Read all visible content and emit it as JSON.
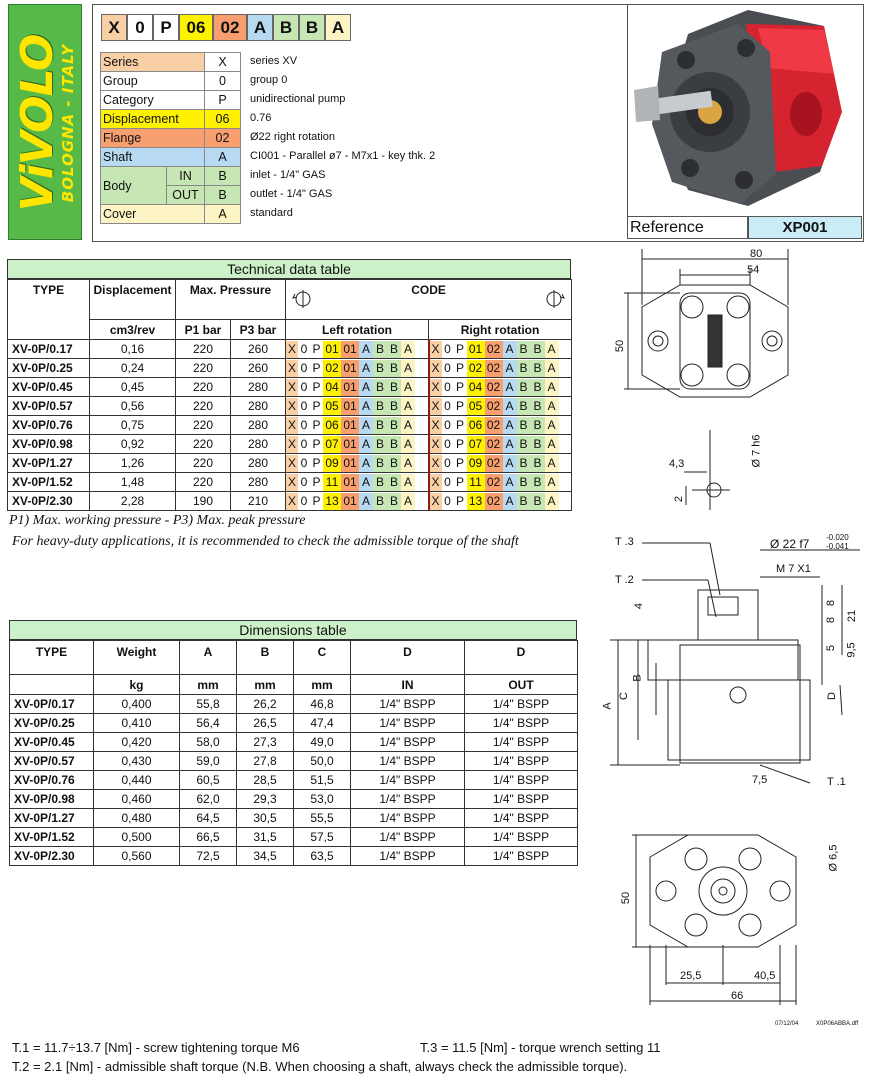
{
  "logo": {
    "brand": "ViVOLO",
    "subtitle": "BOLOGNA - ITALY"
  },
  "code": [
    {
      "char": "X",
      "color": "#f9cfa6"
    },
    {
      "char": "0",
      "color": "#ffffff"
    },
    {
      "char": "P",
      "color": "#ffffff"
    },
    {
      "char": "06",
      "color": "#fff200"
    },
    {
      "char": "02",
      "color": "#f79f6e"
    },
    {
      "char": "A",
      "color": "#b7daf2"
    },
    {
      "char": "B",
      "color": "#c6e6b4"
    },
    {
      "char": "B",
      "color": "#c6e6b4"
    },
    {
      "char": "A",
      "color": "#fcf4c4"
    }
  ],
  "legend": {
    "series": {
      "label": "Series",
      "code": "X",
      "desc": "series XV"
    },
    "group": {
      "label": "Group",
      "code": "0",
      "desc": "group 0"
    },
    "category": {
      "label": "Category",
      "code": "P",
      "desc": "unidirectional pump"
    },
    "displacement": {
      "label": "Displacement",
      "code": "06",
      "desc": "0.76"
    },
    "flange": {
      "label": "Flange",
      "code": "02",
      "desc": "Ø22 right rotation"
    },
    "shaft": {
      "label": "Shaft",
      "code": "A",
      "desc": "CI001 - Parallel ø7 - M7x1 - key thk. 2"
    },
    "body": {
      "label": "Body",
      "in_label": "IN",
      "in_code": "B",
      "in_desc": "inlet - 1/4\" GAS",
      "out_label": "OUT",
      "out_code": "B",
      "out_desc": "outlet - 1/4\" GAS"
    },
    "cover": {
      "label": "Cover",
      "code": "A",
      "desc": "standard"
    }
  },
  "reference": {
    "label": "Reference",
    "value": "XP001"
  },
  "technical": {
    "title": "Technical data table",
    "headers": {
      "type": "TYPE",
      "displacement": "Displacement",
      "max_pressure": "Max. Pressure",
      "code": "CODE",
      "unit": "cm3/rev",
      "p1": "P1 bar",
      "p3": "P3 bar",
      "left": "Left rotation",
      "right": "Right rotation"
    },
    "rows": [
      {
        "type": "XV-0P/0.17",
        "disp": "0,16",
        "p1": "220",
        "p3": "260",
        "d": "01"
      },
      {
        "type": "XV-0P/0.25",
        "disp": "0,24",
        "p1": "220",
        "p3": "260",
        "d": "02"
      },
      {
        "type": "XV-0P/0.45",
        "disp": "0,45",
        "p1": "220",
        "p3": "280",
        "d": "04"
      },
      {
        "type": "XV-0P/0.57",
        "disp": "0,56",
        "p1": "220",
        "p3": "280",
        "d": "05"
      },
      {
        "type": "XV-0P/0.76",
        "disp": "0,75",
        "p1": "220",
        "p3": "280",
        "d": "06"
      },
      {
        "type": "XV-0P/0.98",
        "disp": "0,92",
        "p1": "220",
        "p3": "280",
        "d": "07"
      },
      {
        "type": "XV-0P/1.27",
        "disp": "1,26",
        "p1": "220",
        "p3": "280",
        "d": "09"
      },
      {
        "type": "XV-0P/1.52",
        "disp": "1,48",
        "p1": "220",
        "p3": "280",
        "d": "11"
      },
      {
        "type": "XV-0P/2.30",
        "disp": "2,28",
        "p1": "190",
        "p3": "210",
        "d": "13"
      }
    ],
    "code_fixed": {
      "x": "X",
      "g": "0",
      "c": "P",
      "left_flange": "01",
      "right_flange": "02",
      "shaft": "A",
      "in": "B",
      "out": "B",
      "cover": "A"
    }
  },
  "notes": {
    "pressure": "P1) Max. working pressure - P3) Max. peak pressure",
    "torque": "For heavy-duty applications, it is recommended to check the admissible torque of the shaft"
  },
  "dimensions": {
    "title": "Dimensions table",
    "headers": {
      "type": "TYPE",
      "weight": "Weight",
      "a": "A",
      "b": "B",
      "c": "C",
      "d_in": "D",
      "d_out": "D",
      "kg": "kg",
      "mm_a": "mm",
      "mm_b": "mm",
      "mm_c": "mm",
      "in": "IN",
      "out": "OUT"
    },
    "rows": [
      {
        "type": "XV-0P/0.17",
        "w": "0,400",
        "a": "55,8",
        "b": "26,2",
        "c": "46,8",
        "din": "1/4\" BSPP",
        "dout": "1/4\" BSPP"
      },
      {
        "type": "XV-0P/0.25",
        "w": "0,410",
        "a": "56,4",
        "b": "26,5",
        "c": "47,4",
        "din": "1/4\" BSPP",
        "dout": "1/4\" BSPP"
      },
      {
        "type": "XV-0P/0.45",
        "w": "0,420",
        "a": "58,0",
        "b": "27,3",
        "c": "49,0",
        "din": "1/4\" BSPP",
        "dout": "1/4\" BSPP"
      },
      {
        "type": "XV-0P/0.57",
        "w": "0,430",
        "a": "59,0",
        "b": "27,8",
        "c": "50,0",
        "din": "1/4\" BSPP",
        "dout": "1/4\" BSPP"
      },
      {
        "type": "XV-0P/0.76",
        "w": "0,440",
        "a": "60,5",
        "b": "28,5",
        "c": "51,5",
        "din": "1/4\" BSPP",
        "dout": "1/4\" BSPP"
      },
      {
        "type": "XV-0P/0.98",
        "w": "0,460",
        "a": "62,0",
        "b": "29,3",
        "c": "53,0",
        "din": "1/4\" BSPP",
        "dout": "1/4\" BSPP"
      },
      {
        "type": "XV-0P/1.27",
        "w": "0,480",
        "a": "64,5",
        "b": "30,5",
        "c": "55,5",
        "din": "1/4\" BSPP",
        "dout": "1/4\" BSPP"
      },
      {
        "type": "XV-0P/1.52",
        "w": "0,500",
        "a": "66,5",
        "b": "31,5",
        "c": "57,5",
        "din": "1/4\" BSPP",
        "dout": "1/4\" BSPP"
      },
      {
        "type": "XV-0P/2.30",
        "w": "0,560",
        "a": "72,5",
        "b": "34,5",
        "c": "63,5",
        "din": "1/4\" BSPP",
        "dout": "1/4\" BSPP"
      }
    ]
  },
  "drawing": {
    "top_80": "80",
    "top_54": "54",
    "top_50": "50",
    "shaft_43": "4,3",
    "shaft_2": "2",
    "shaft_d7": "Ø 7 h6",
    "t3": "T .3",
    "t2": "T .2",
    "t1": "T .1",
    "d22": "Ø 22 f7",
    "d22_tol_hi": "-0.020",
    "d22_tol_lo": "-0.041",
    "m7": "M 7 X1",
    "s4": "4",
    "s8a": "8",
    "s8b": "8",
    "s21": "21",
    "s5": "5",
    "s95": "9,5",
    "lA": "A",
    "lB": "B",
    "lC": "C",
    "lD": "D",
    "s75": "7,5",
    "bot_50": "50",
    "bot_d65": "Ø 6,5",
    "bot_255": "25,5",
    "bot_405": "40,5",
    "bot_66": "66",
    "stamp_date": "07/12/04",
    "stamp_code": "X0P06ABBA.dff"
  },
  "footer": {
    "t1": "T.1 = 11.7÷13.7 [Nm] - screw tightening torque M6",
    "t3": "T.3 = 11.5 [Nm] - torque wrench setting 11",
    "t2": "T.2 = 2.1 [Nm] - admissible shaft torque (N.B. When choosing a shaft, always check the admissible torque)."
  },
  "colors": {
    "series": "#f9cfa6",
    "displacement": "#fff200",
    "flange": "#f79f6e",
    "shaft": "#b7daf2",
    "body": "#c6e6b4",
    "cover": "#fcf4c4",
    "table_header": "#ccf0c8",
    "reference": "#c9ecf7"
  }
}
